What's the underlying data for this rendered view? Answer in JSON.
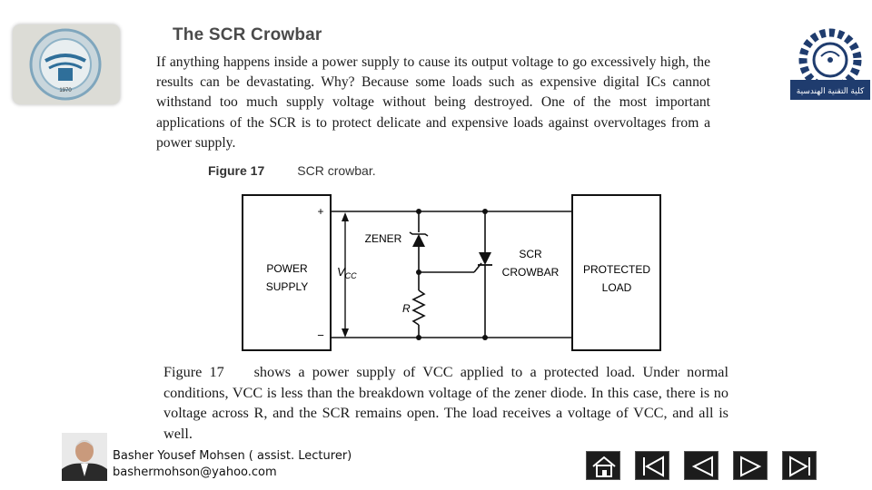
{
  "slide": {
    "title": "The SCR Crowbar",
    "paragraph1": "If anything happens inside a power supply to cause its output voltage to go excessively high, the results can be devastating. Why? Because some loads such as expensive digital ICs cannot withstand too much supply voltage without being destroyed. One of the most important applications of the SCR is to protect delicate and expensive loads against overvoltages from a power supply.",
    "figure": {
      "number": "Figure 17",
      "caption": "SCR crowbar.",
      "labels": {
        "power_supply_1": "POWER",
        "power_supply_2": "SUPPLY",
        "plus": "+",
        "minus": "−",
        "vcc": "V",
        "vcc_sub": "CC",
        "zener": "ZENER",
        "r": "R",
        "scr_1": "SCR",
        "scr_2": "CROWBAR",
        "load_1": "PROTECTED",
        "load_2": "LOAD"
      }
    },
    "paragraph2": {
      "fig_ref": "Figure 17",
      "text": "shows a power supply of VCC applied to a protected load. Under normal conditions, VCC is less than the breakdown voltage of the zener diode. In this case, there is no voltage across R, and the SCR remains open. The load receives a voltage of VCC, and all is well."
    }
  },
  "footer": {
    "author_name": "Basher Yousef Mohsen ( assist. Lecturer)",
    "author_email": "bashermohson@yahoo.com"
  },
  "nav": {
    "home_icon": "home-icon",
    "first_icon": "first-slide-icon",
    "prev_icon": "previous-slide-icon",
    "next_icon": "next-slide-icon",
    "last_icon": "last-slide-icon"
  },
  "logos": {
    "left": "university-logo",
    "right": "college-logo",
    "left_text": "1970",
    "right_text": "كلية التقنية الهندسية"
  },
  "colors": {
    "nav_bg": "#1c1c1c",
    "nav_fg": "#ffffff",
    "logo_blue": "#1f3c6e"
  }
}
